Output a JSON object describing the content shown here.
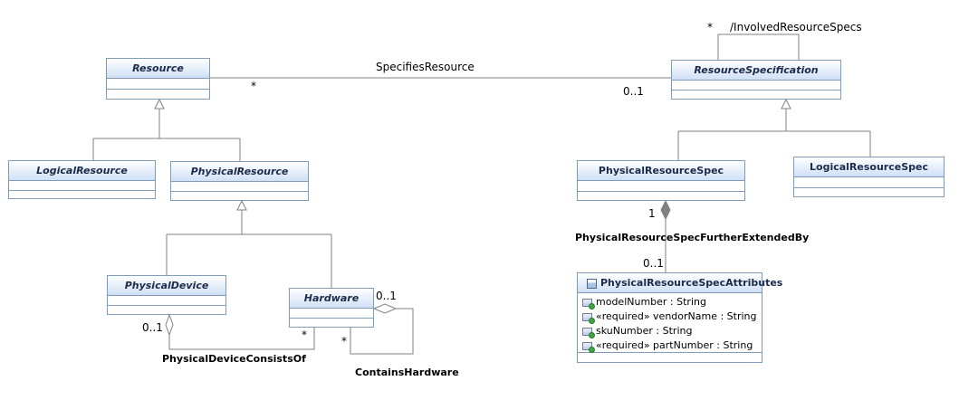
{
  "classes": {
    "resource": {
      "name": "Resource"
    },
    "logical_resource": {
      "name": "LogicalResource"
    },
    "physical_resource": {
      "name": "PhysicalResource"
    },
    "physical_device": {
      "name": "PhysicalDevice"
    },
    "hardware": {
      "name": "Hardware"
    },
    "resource_specification": {
      "name": "ResourceSpecification"
    },
    "physical_resource_spec": {
      "name": "PhysicalResourceSpec"
    },
    "logical_resource_spec": {
      "name": "LogicalResourceSpec"
    },
    "physical_resource_spec_attributes": {
      "name": "PhysicalResourceSpecAttributes",
      "attributes": [
        "modelNumber : String",
        "«required» vendorName : String",
        "skuNumber : String",
        "«required» partNumber : String"
      ]
    }
  },
  "associations": {
    "specifies_resource": {
      "name": "SpecifiesResource",
      "source_mult": "*",
      "target_mult": "0..1"
    },
    "involved_resource_specs": {
      "name": "/InvolvedResourceSpecs",
      "mult": "*"
    },
    "further_extended_by": {
      "name": "PhysicalResourceSpecFurtherExtendedBy",
      "source_mult": "1",
      "target_mult": "0..1"
    },
    "device_consists_of": {
      "name": "PhysicalDeviceConsistsOf",
      "source_mult": "0..1",
      "target_mult": "*"
    },
    "contains_hardware": {
      "name": "ContainsHardware",
      "source_mult": "0..1",
      "target_mult": "*"
    }
  }
}
